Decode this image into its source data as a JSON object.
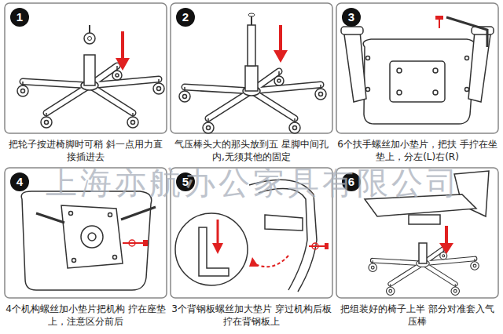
{
  "diagram": {
    "nodes": [
      {
        "text": [
          "1",
          "把轮子按进椅脚时可稍 斜一点用力直接插进去"
        ]
      },
      {
        "text": [
          "2",
          "气压棒头大的那头放到五 星脚中间孔内,无须其他的固定"
        ]
      },
      {
        "text": [
          "3",
          "6个扶手螺丝加小垫片，把扶 手拧在坐垫上，分左(L)右(R)"
        ]
      },
      {
        "text": [
          "4",
          "4个机构螺丝加小垫片把机构 拧在座垫上，注意区分前后"
        ]
      },
      {
        "text": [
          "5",
          "3个背钢板螺丝加大垫片 穿过机构后板拧在背钢板上"
        ]
      },
      {
        "text": [
          "6",
          "把组装好的椅子上半 部分对准套入气压棒"
        ]
      }
    ],
    "labels": [
      "上海亦航办公家具有限公司"
    ]
  }
}
